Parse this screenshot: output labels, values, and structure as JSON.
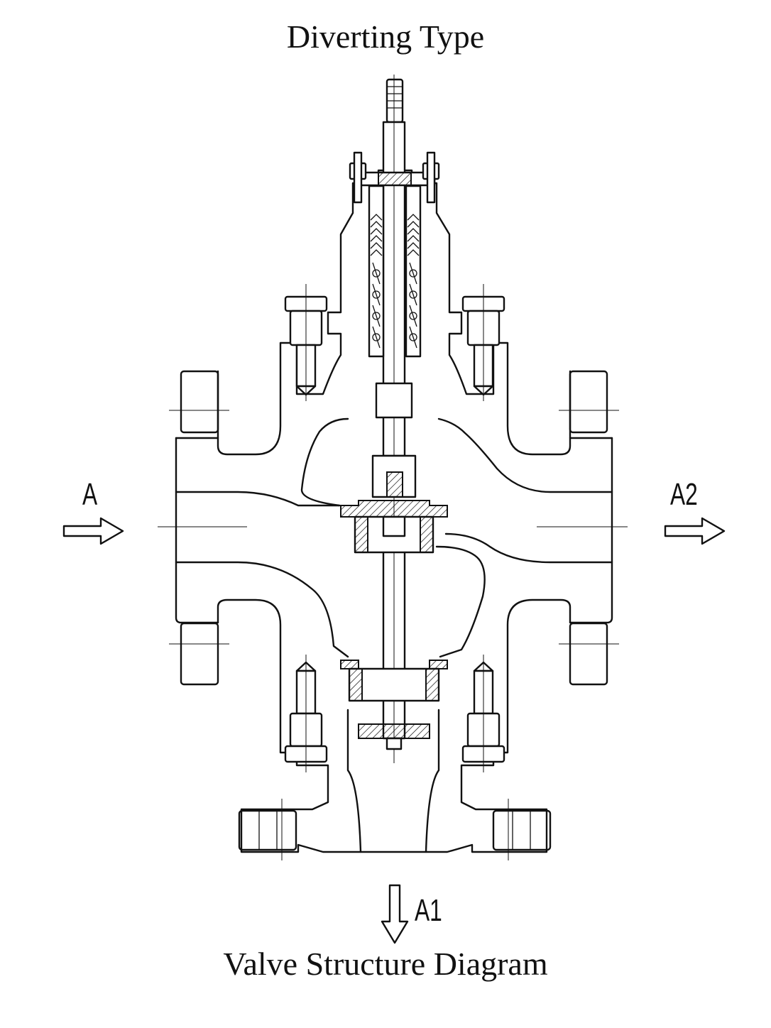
{
  "title": "Diverting Type",
  "caption": "Valve Structure Diagram",
  "ports": {
    "inlet": "A",
    "outlet_side": "A2",
    "outlet_bottom": "A1"
  }
}
